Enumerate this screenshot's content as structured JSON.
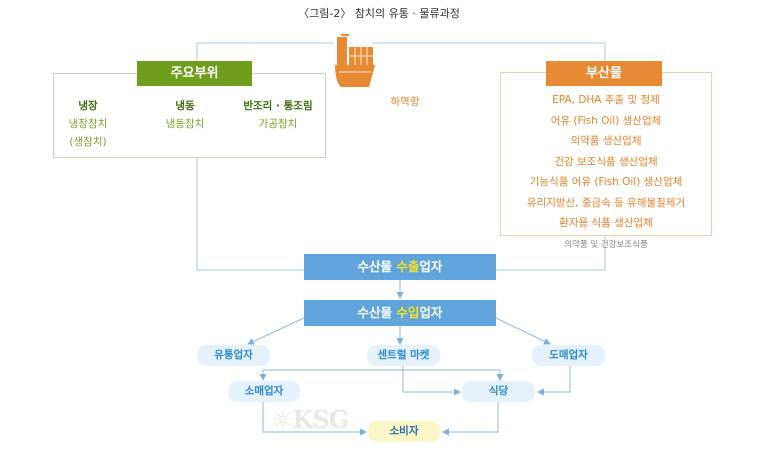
{
  "title": "〈그림-2〉 참치의 유통 · 물류과정",
  "ship": {
    "label": "하역항",
    "icon": "cargo-ship-icon"
  },
  "main_parts": {
    "label": "주요부위",
    "columns": [
      {
        "heading": "냉장",
        "items": [
          "냉장참치",
          "(생참치)"
        ]
      },
      {
        "heading": "냉동",
        "items": [
          "냉동참치"
        ]
      },
      {
        "heading": "반조리 · 통조림",
        "items": [
          "가공참치"
        ]
      }
    ]
  },
  "byproducts": {
    "label": "부산물",
    "items": [
      "EPA, DHA 추출 및 정제",
      "어유 (Fish Oil) 생산업체",
      "의약품 생산업체",
      "건강 보조식품 생산업체",
      "기능식품 어유 (Fish Oil) 생산업체",
      "유리지방산, 중금속 등 유해물질제거",
      "환자용 식품 생산업체"
    ],
    "note": "의약품 및 건강보조식품"
  },
  "exporter": {
    "pre": "수산물 ",
    "hl": "수출",
    "post": "업자"
  },
  "importer": {
    "pre": "수산물 ",
    "hl": "수입",
    "post": "업자"
  },
  "nodes": {
    "distributor": "유통업자",
    "central_market": "센트럴 마켓",
    "wholesaler": "도매업자",
    "retailer": "소매업자",
    "restaurant": "식당",
    "consumer": "소비자"
  },
  "watermark": "KSG",
  "colors": {
    "green": "#6f9e1c",
    "orange": "#e68a33",
    "blue": "#5fa4dc",
    "highlight": "#f5e41d"
  }
}
